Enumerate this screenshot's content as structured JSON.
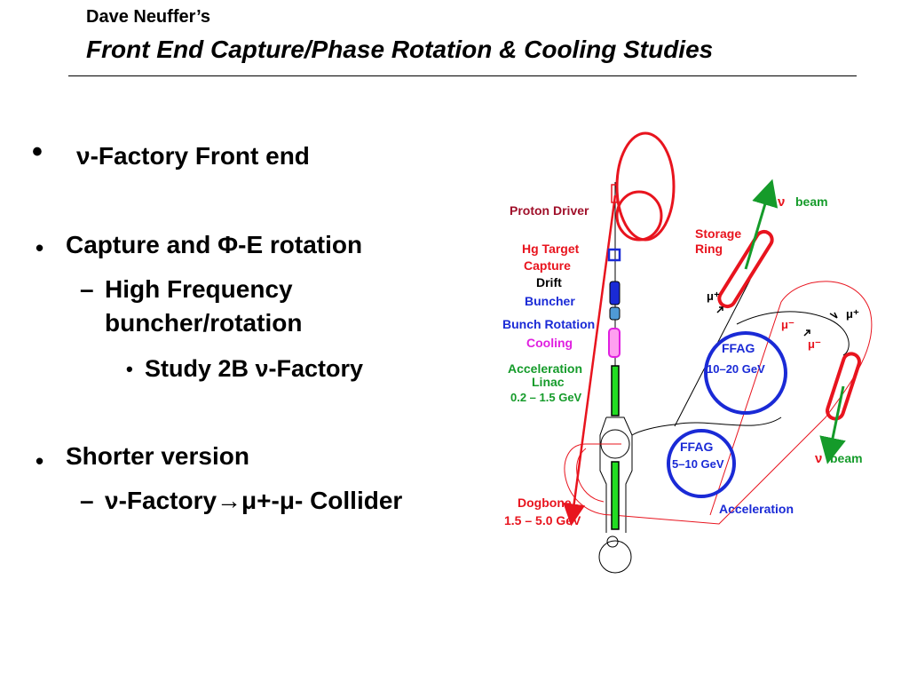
{
  "header": {
    "author": "Dave Neuffer’s",
    "title": "Front End Capture/Phase Rotation & Cooling Studies"
  },
  "bullets": {
    "b1": "ν-Factory Front end",
    "b2": "Capture and Φ-E rotation",
    "b2_sub1_line1": "High Frequency",
    "b2_sub1_line2": "buncher/rotation",
    "b2_sub1_sub1": "Study 2B ν-Factory",
    "b3": "Shorter version",
    "b3_sub1": "ν-Factory→μ+-μ- Collider"
  },
  "bullet_glyphs": {
    "big": "•",
    "small": "•",
    "dash": "–"
  },
  "diagram": {
    "labels": {
      "proton_driver": "Proton Driver",
      "hg_target": "Hg  Target",
      "capture": "Capture",
      "drift": "Drift",
      "buncher": "Buncher",
      "bunch_rotation": "Bunch Rotation",
      "cooling": "Cooling",
      "acceleration": "Acceleration",
      "linac": "Linac",
      "linac_energy": "0.2 – 1.5 GeV",
      "dogbone": "Dogbone",
      "dogbone_energy": "1.5 – 5.0 GeV",
      "storage": "Storage",
      "ring": "Ring",
      "nu_top": "ν",
      "beam_top": "beam",
      "nu_bottom": "ν",
      "beam_bottom": "beam",
      "ffag1": "FFAG",
      "ffag1_energy": "10–20 GeV",
      "ffag2": "FFAG",
      "ffag2_energy": "5–10 GeV",
      "acceleration_bottom": "Acceleration",
      "mu_plus_1": "μ⁺",
      "mu_minus_1": "μ⁻",
      "mu_plus_2": "μ⁺",
      "mu_minus_2": "μ⁻"
    },
    "colors": {
      "red": "#e8141e",
      "green": "#159b2a",
      "blue": "#1a2ad6",
      "dark_red": "#a0102a",
      "magenta": "#e020e0",
      "bright_green": "#22dd22"
    }
  }
}
